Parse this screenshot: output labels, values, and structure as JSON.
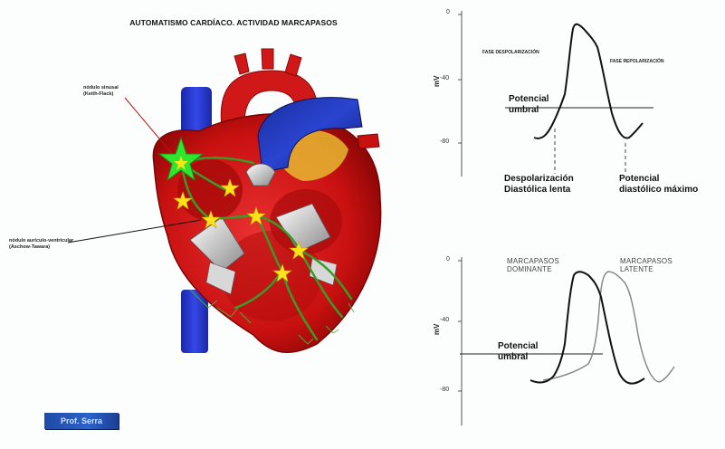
{
  "title": "AUTOMATISMO CARDÍACO. ACTIVIDAD MARCAPASOS",
  "labels": {
    "sinus_node_line1": "nódulo sinusal",
    "sinus_node_line2": "(Keith-Flack)",
    "av_node_line1": "nódulo aurículo-ventricular",
    "av_node_line2": "(Aschow-Tawara)"
  },
  "top_graph": {
    "ylabel": "mV",
    "ticks": [
      "0",
      "-40",
      "-80"
    ],
    "phase_depol": "FASE DESPOLARIZACIÓN",
    "phase_repol": "FASE REPOLARIZACIÓN",
    "threshold_line1": "Potencial",
    "threshold_line2": "umbral",
    "bottom_left_line1": "Despolarización",
    "bottom_left_line2": "Diastólica lenta",
    "bottom_right_line1": "Potencial",
    "bottom_right_line2": "diastólico máximo"
  },
  "bottom_graph": {
    "ylabel": "mV",
    "ticks": [
      "0",
      "-40",
      "-80"
    ],
    "dominant_line1": "MARCAPASOS",
    "dominant_line2": "DOMINANTE",
    "latent_line1": "MARCAPASOS",
    "latent_line2": "LATENTE",
    "threshold_line1": "Potencial",
    "threshold_line2": "umbral"
  },
  "author_badge": "Prof. Serra",
  "colors": {
    "heart_red": "#d41414",
    "vein_blue": "#2233c8",
    "conduction_green": "#3a9a2a",
    "star_yellow": "#ffe21a",
    "node_green": "#2ee62e"
  }
}
